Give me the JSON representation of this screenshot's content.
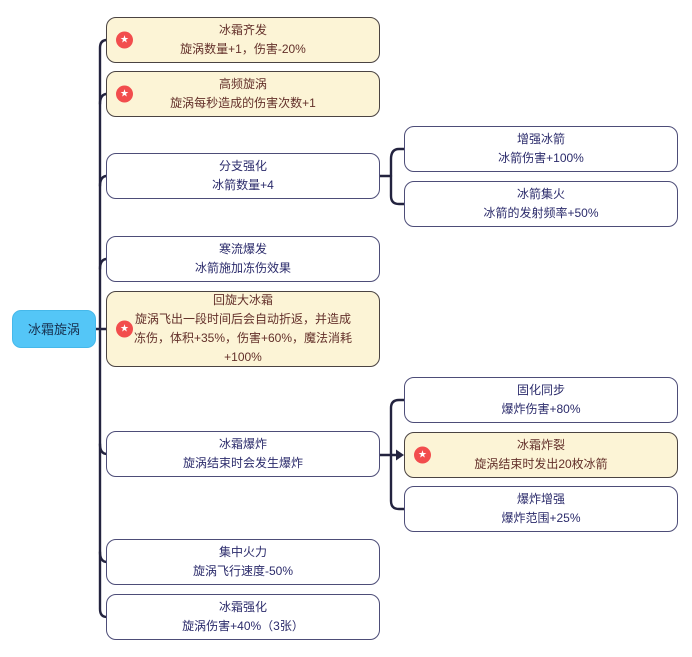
{
  "root": {
    "title": "冰霜旋涡"
  },
  "nodes": [
    {
      "title": "冰霜齐发",
      "desc": "旋涡数量+1，伤害-20%",
      "starred": true
    },
    {
      "title": "高频旋涡",
      "desc": "旋涡每秒造成的伤害次数+1",
      "starred": true
    },
    {
      "title": "分支强化",
      "desc": "冰箭数量+4",
      "starred": false
    },
    {
      "title": "寒流爆发",
      "desc": "冰箭施加冻伤效果",
      "starred": false
    },
    {
      "title": "回旋大冰霜",
      "desc": "旋涡飞出一段时间后会自动折返，并造成冻伤，体积+35%，伤害+60%，魔法消耗+100%",
      "starred": true
    },
    {
      "title": "冰霜爆炸",
      "desc": "旋涡结束时会发生爆炸",
      "starred": false
    },
    {
      "title": "集中火力",
      "desc": "旋涡飞行速度-50%",
      "starred": false
    },
    {
      "title": "冰霜强化",
      "desc": "旋涡伤害+40%（3张）",
      "starred": false
    }
  ],
  "subnodes": [
    {
      "title": "增强冰箭",
      "desc": "冰箭伤害+100%",
      "starred": false
    },
    {
      "title": "冰箭集火",
      "desc": "冰箭的发射频率+50%",
      "starred": false
    },
    {
      "title": "固化同步",
      "desc": "爆炸伤害+80%",
      "starred": false
    },
    {
      "title": "冰霜炸裂",
      "desc": "旋涡结束时发出20枚冰箭",
      "starred": true
    },
    {
      "title": "爆炸增强",
      "desc": "爆炸范围+25%",
      "starred": false
    }
  ],
  "icons": {
    "star": "★"
  },
  "colors": {
    "line": "#23233f",
    "starred_bg": "#fcf4d6",
    "starred_text": "#63302a",
    "normal_border": "#4d4d78",
    "normal_text": "#2b2b6b",
    "root_bg": "#54c6f7",
    "badge_red": "#f24d4d"
  }
}
